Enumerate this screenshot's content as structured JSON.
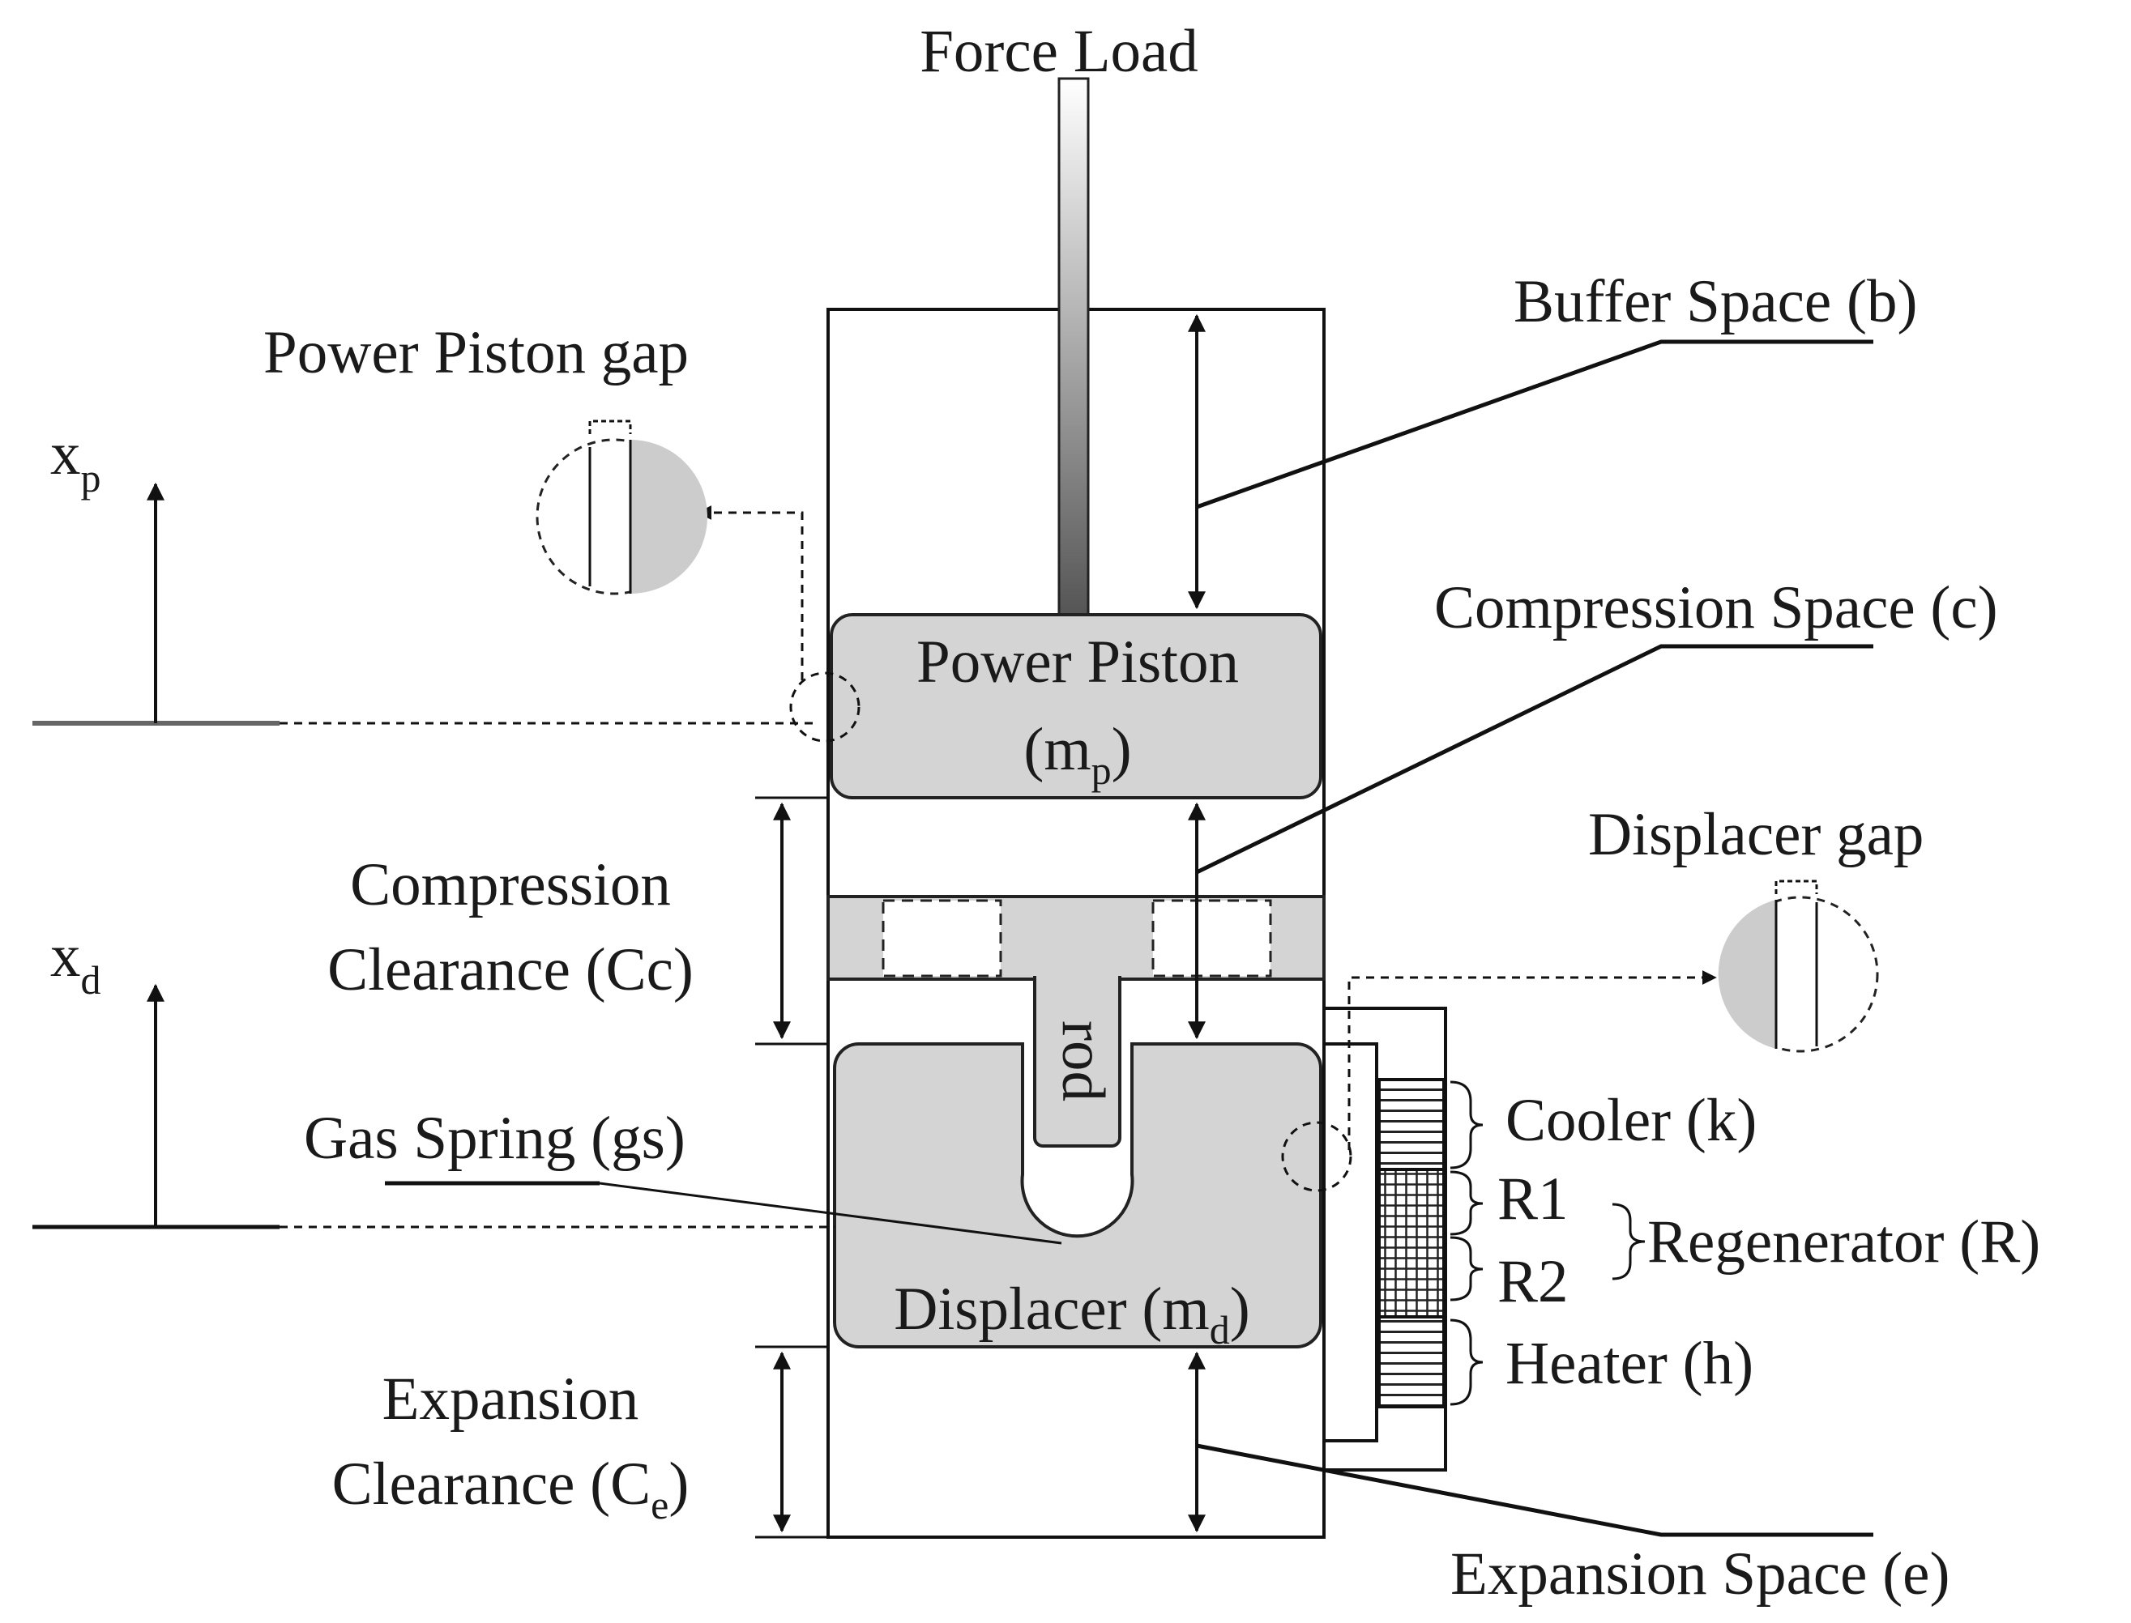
{
  "labels": {
    "force_load": "Force Load",
    "buffer_space": "Buffer Space (b)",
    "power_piston_gap": "Power Piston gap",
    "power_piston": "Power Piston",
    "power_piston_mass": "(m",
    "power_piston_mass_sub": "p",
    "power_piston_mass_close": ")",
    "xp": "x",
    "xp_sub": "p",
    "compression_space": "Compression Space (c)",
    "compression_clearance_1": "Compression",
    "compression_clearance_2": "Clearance (Cc)",
    "displacer_gap": "Displacer gap",
    "xd": "x",
    "xd_sub": "d",
    "rod": "rod",
    "gas_spring": "Gas Spring (gs)",
    "cooler": "Cooler (k)",
    "r1": "R1",
    "r2": "R2",
    "regenerator": "Regenerator (R)",
    "displacer": "Displacer (m",
    "displacer_sub": "d",
    "displacer_close": ")",
    "heater": "Heater (h)",
    "expansion_clearance_1": "Expansion",
    "expansion_clearance_2": "Clearance (C",
    "expansion_clearance_sub": "e",
    "expansion_clearance_close": ")",
    "expansion_space": "Expansion Space (e)"
  }
}
